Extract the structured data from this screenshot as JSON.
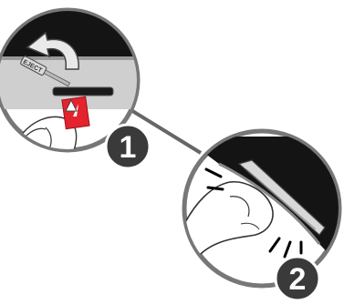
{
  "steps": [
    {
      "number": "1"
    },
    {
      "number": "2"
    }
  ],
  "tool": {
    "label": "EJECT"
  },
  "colors": {
    "sd_card": "#e3232d",
    "badge": "#3a3a3a",
    "device_dark": "#141414",
    "device_light": "#cfcfcf",
    "outline": "#666666"
  },
  "icons": [
    "curved-arrow-icon",
    "push-arrow-icon",
    "click-marks-icon"
  ]
}
